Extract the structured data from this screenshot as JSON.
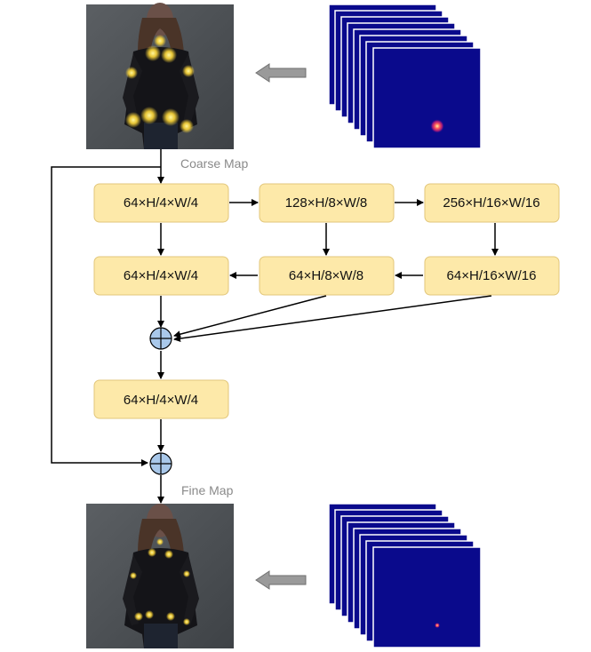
{
  "labels": {
    "coarse": "Coarse Map",
    "fine": "Fine Map"
  },
  "boxes": {
    "r1c1": "64×H/4×W/4",
    "r1c2": "128×H/8×W/8",
    "r1c3": "256×H/16×W/16",
    "r2c1": "64×H/4×W/4",
    "r2c2": "64×H/8×W/8",
    "r2c3": "64×H/16×W/16",
    "r3c1": "64×H/4×W/4"
  },
  "colors": {
    "box_fill": "#fde9a9",
    "box_stroke": "#e2c67a",
    "sum_fill": "#a9c8ea",
    "heatmap_fill": "#0a0a8c",
    "arrow_fill": "#9a9a9a",
    "keypoint": "#ffd93a"
  },
  "icons": {
    "sum": "circled-plus-icon",
    "arrow": "left-arrow-icon",
    "photo": "person-photo"
  }
}
